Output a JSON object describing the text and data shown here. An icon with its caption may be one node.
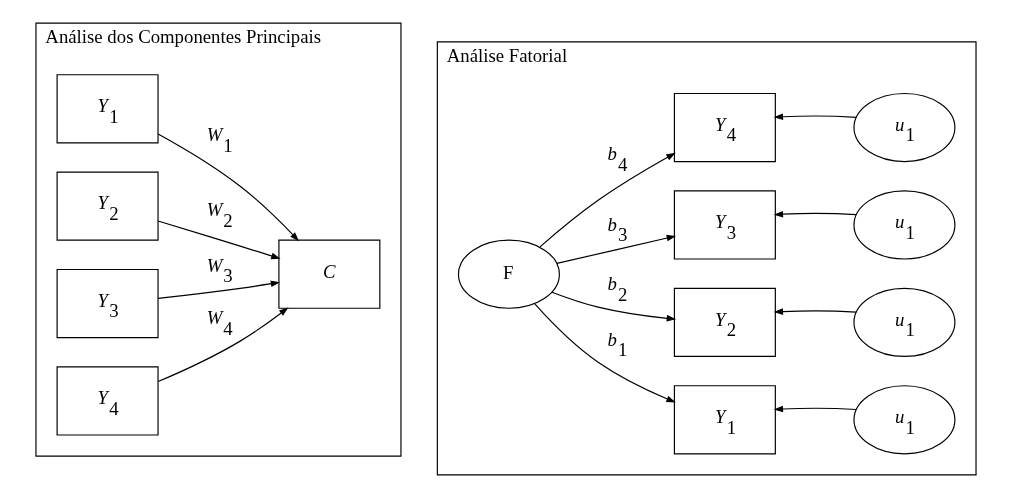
{
  "diagram": {
    "nodes": [
      {
        "text": [
          "Análise dos Componentes Principais"
        ]
      },
      {
        "text": [
          "*Y*$_{1}$"
        ],
        "in": 0
      },
      {
        "text": [
          "*Y*$_{2}$"
        ],
        "in": 0
      },
      {
        "text": [
          "*Y*$_{3}$"
        ],
        "in": 0
      },
      {
        "text": [
          "*Y*$_{4}$"
        ],
        "in": 0
      },
      {
        "text": [
          "*C*"
        ],
        "in": 0
      },
      {
        "text": [
          "Análise Fatorial"
        ]
      },
      {
        "text": [
          "F"
        ],
        "in": 6
      },
      {
        "text": [
          "*Y*$_{1}$"
        ],
        "in": 6
      },
      {
        "text": [
          "*Y*$_{2}$"
        ],
        "in": 6
      },
      {
        "text": [
          "*Y*$_{3}$"
        ],
        "in": 6
      },
      {
        "text": [
          "*Y*$_{4}$"
        ],
        "in": 6
      },
      {
        "text": [
          "*u*$_{1}$"
        ],
        "in": 6
      },
      {
        "text": [
          "*u*$_{1}$"
        ],
        "in": 6
      },
      {
        "text": [
          "*u*$_{1}$"
        ],
        "in": 6
      },
      {
        "text": [
          "*u*$_{1}$"
        ],
        "in": 6
      }
    ],
    "edges": [
      {
        "from": 1,
        "to": 5,
        "arrow": "to",
        "label": "*W*$_{1}$"
      },
      {
        "from": 2,
        "to": 5,
        "arrow": "to",
        "label": "*W*$_{2}$"
      },
      {
        "from": 3,
        "to": 5,
        "arrow": "to",
        "label": "*W*$_{3}$"
      },
      {
        "from": 4,
        "to": 5,
        "arrow": "to",
        "label": "*W*$_{4}$"
      },
      {
        "from": 7,
        "to": 8,
        "arrow": "to",
        "label": "*b*$_{1}$"
      },
      {
        "from": 7,
        "to": 9,
        "arrow": "to",
        "label": "*b*$_{2}$"
      },
      {
        "from": 7,
        "to": 10,
        "arrow": "to",
        "label": "*b*$_{3}$"
      },
      {
        "from": 7,
        "to": 11,
        "arrow": "to",
        "label": "*b*$_{4}$"
      },
      {
        "from": 12,
        "to": 8,
        "arrow": "to"
      },
      {
        "from": 13,
        "to": 9,
        "arrow": "to"
      },
      {
        "from": 14,
        "to": 10,
        "arrow": "to"
      },
      {
        "from": 15,
        "to": 11,
        "arrow": "to"
      }
    ]
  }
}
